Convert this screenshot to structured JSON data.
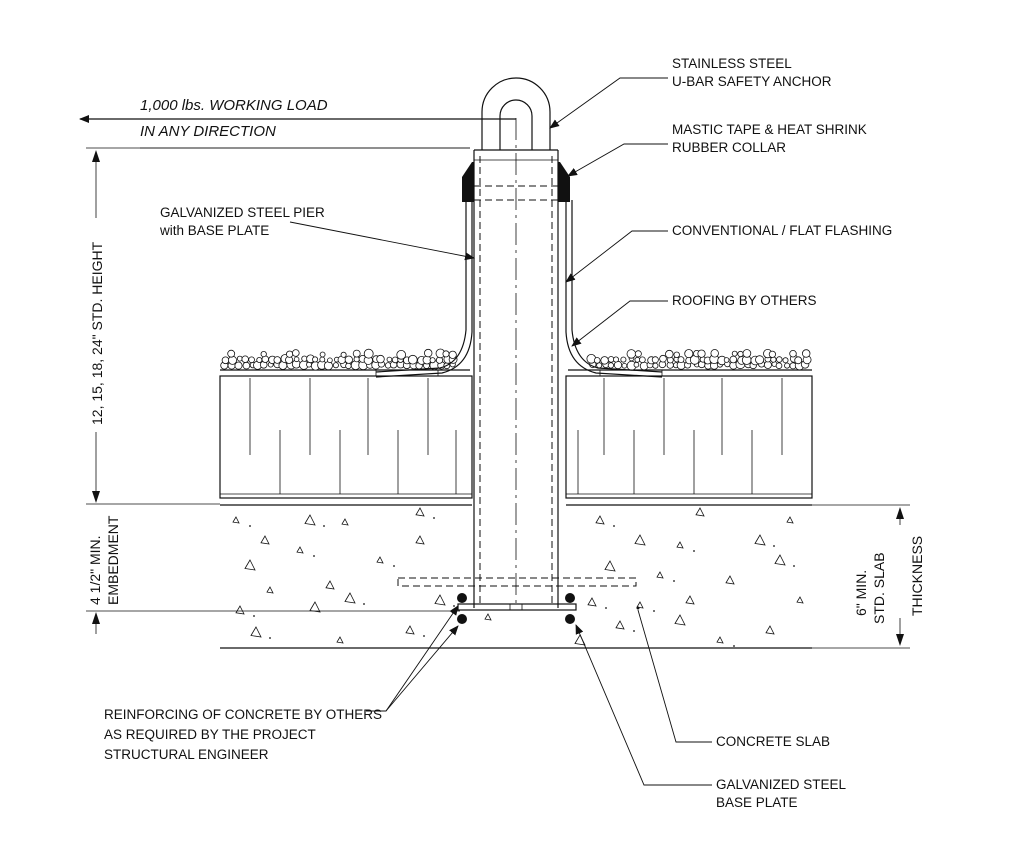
{
  "load": {
    "line1": "1,000 lbs. WORKING LOAD",
    "line2": "IN ANY DIRECTION"
  },
  "callouts": {
    "anchor": [
      "STAINLESS STEEL",
      "U-BAR SAFETY ANCHOR"
    ],
    "mastic": [
      "MASTIC TAPE & HEAT SHRINK",
      "RUBBER COLLAR"
    ],
    "pier": [
      "GALVANIZED STEEL PIER",
      "with BASE PLATE"
    ],
    "flashing": [
      "CONVENTIONAL / FLAT FLASHING"
    ],
    "roofing": [
      "ROOFING BY OTHERS"
    ],
    "reinforcing": [
      "REINFORCING OF CONCRETE BY OTHERS",
      "AS REQUIRED BY THE PROJECT",
      "STRUCTURAL ENGINEER"
    ],
    "slab": [
      "CONCRETE SLAB"
    ],
    "base_plate": [
      "GALVANIZED STEEL",
      "BASE PLATE"
    ]
  },
  "dimensions": {
    "height": "12, 15, 18, 24\" STD. HEIGHT",
    "embedment": [
      "4 1/2\" MIN.",
      "EMBEDMENT"
    ],
    "slab": [
      "6\" MIN.",
      "STD. SLAB",
      "THICKNESS"
    ]
  }
}
